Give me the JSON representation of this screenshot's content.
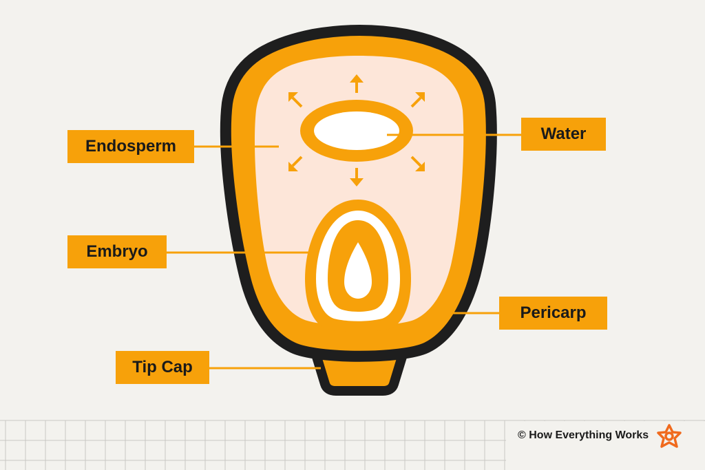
{
  "colors": {
    "background": "#f3f2ee",
    "accent": "#f7a10a",
    "outline": "#1e1e1e",
    "endosperm_fill": "#fde6d9",
    "white": "#ffffff",
    "grid": "#c8c8c4"
  },
  "labels": {
    "endosperm": "Endosperm",
    "water": "Water",
    "embryo": "Embryo",
    "pericarp": "Pericarp",
    "tip_cap": "Tip Cap"
  },
  "footer": {
    "copyright": "© How Everything Works",
    "logo_icon": "star-flower-logo-icon"
  }
}
